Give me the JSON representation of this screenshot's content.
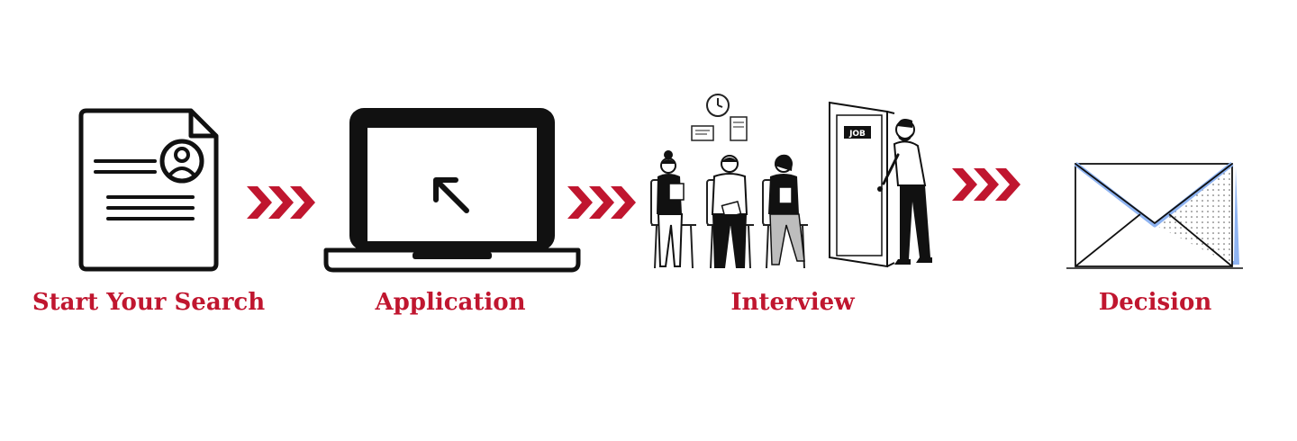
{
  "colors": {
    "accent": "#c0162f",
    "ink": "#111111",
    "envelope_blue": "#8fb4f2"
  },
  "steps": [
    {
      "id": "search",
      "label": "Start Your Search",
      "icon": "resume-document-icon"
    },
    {
      "id": "application",
      "label": "Application",
      "icon": "laptop-cursor-icon"
    },
    {
      "id": "interview",
      "label": "Interview",
      "icon": "interview-waiting-room-icon"
    },
    {
      "id": "decision",
      "label": "Decision",
      "icon": "envelope-icon"
    }
  ],
  "interview": {
    "door_sign": "JOB"
  }
}
